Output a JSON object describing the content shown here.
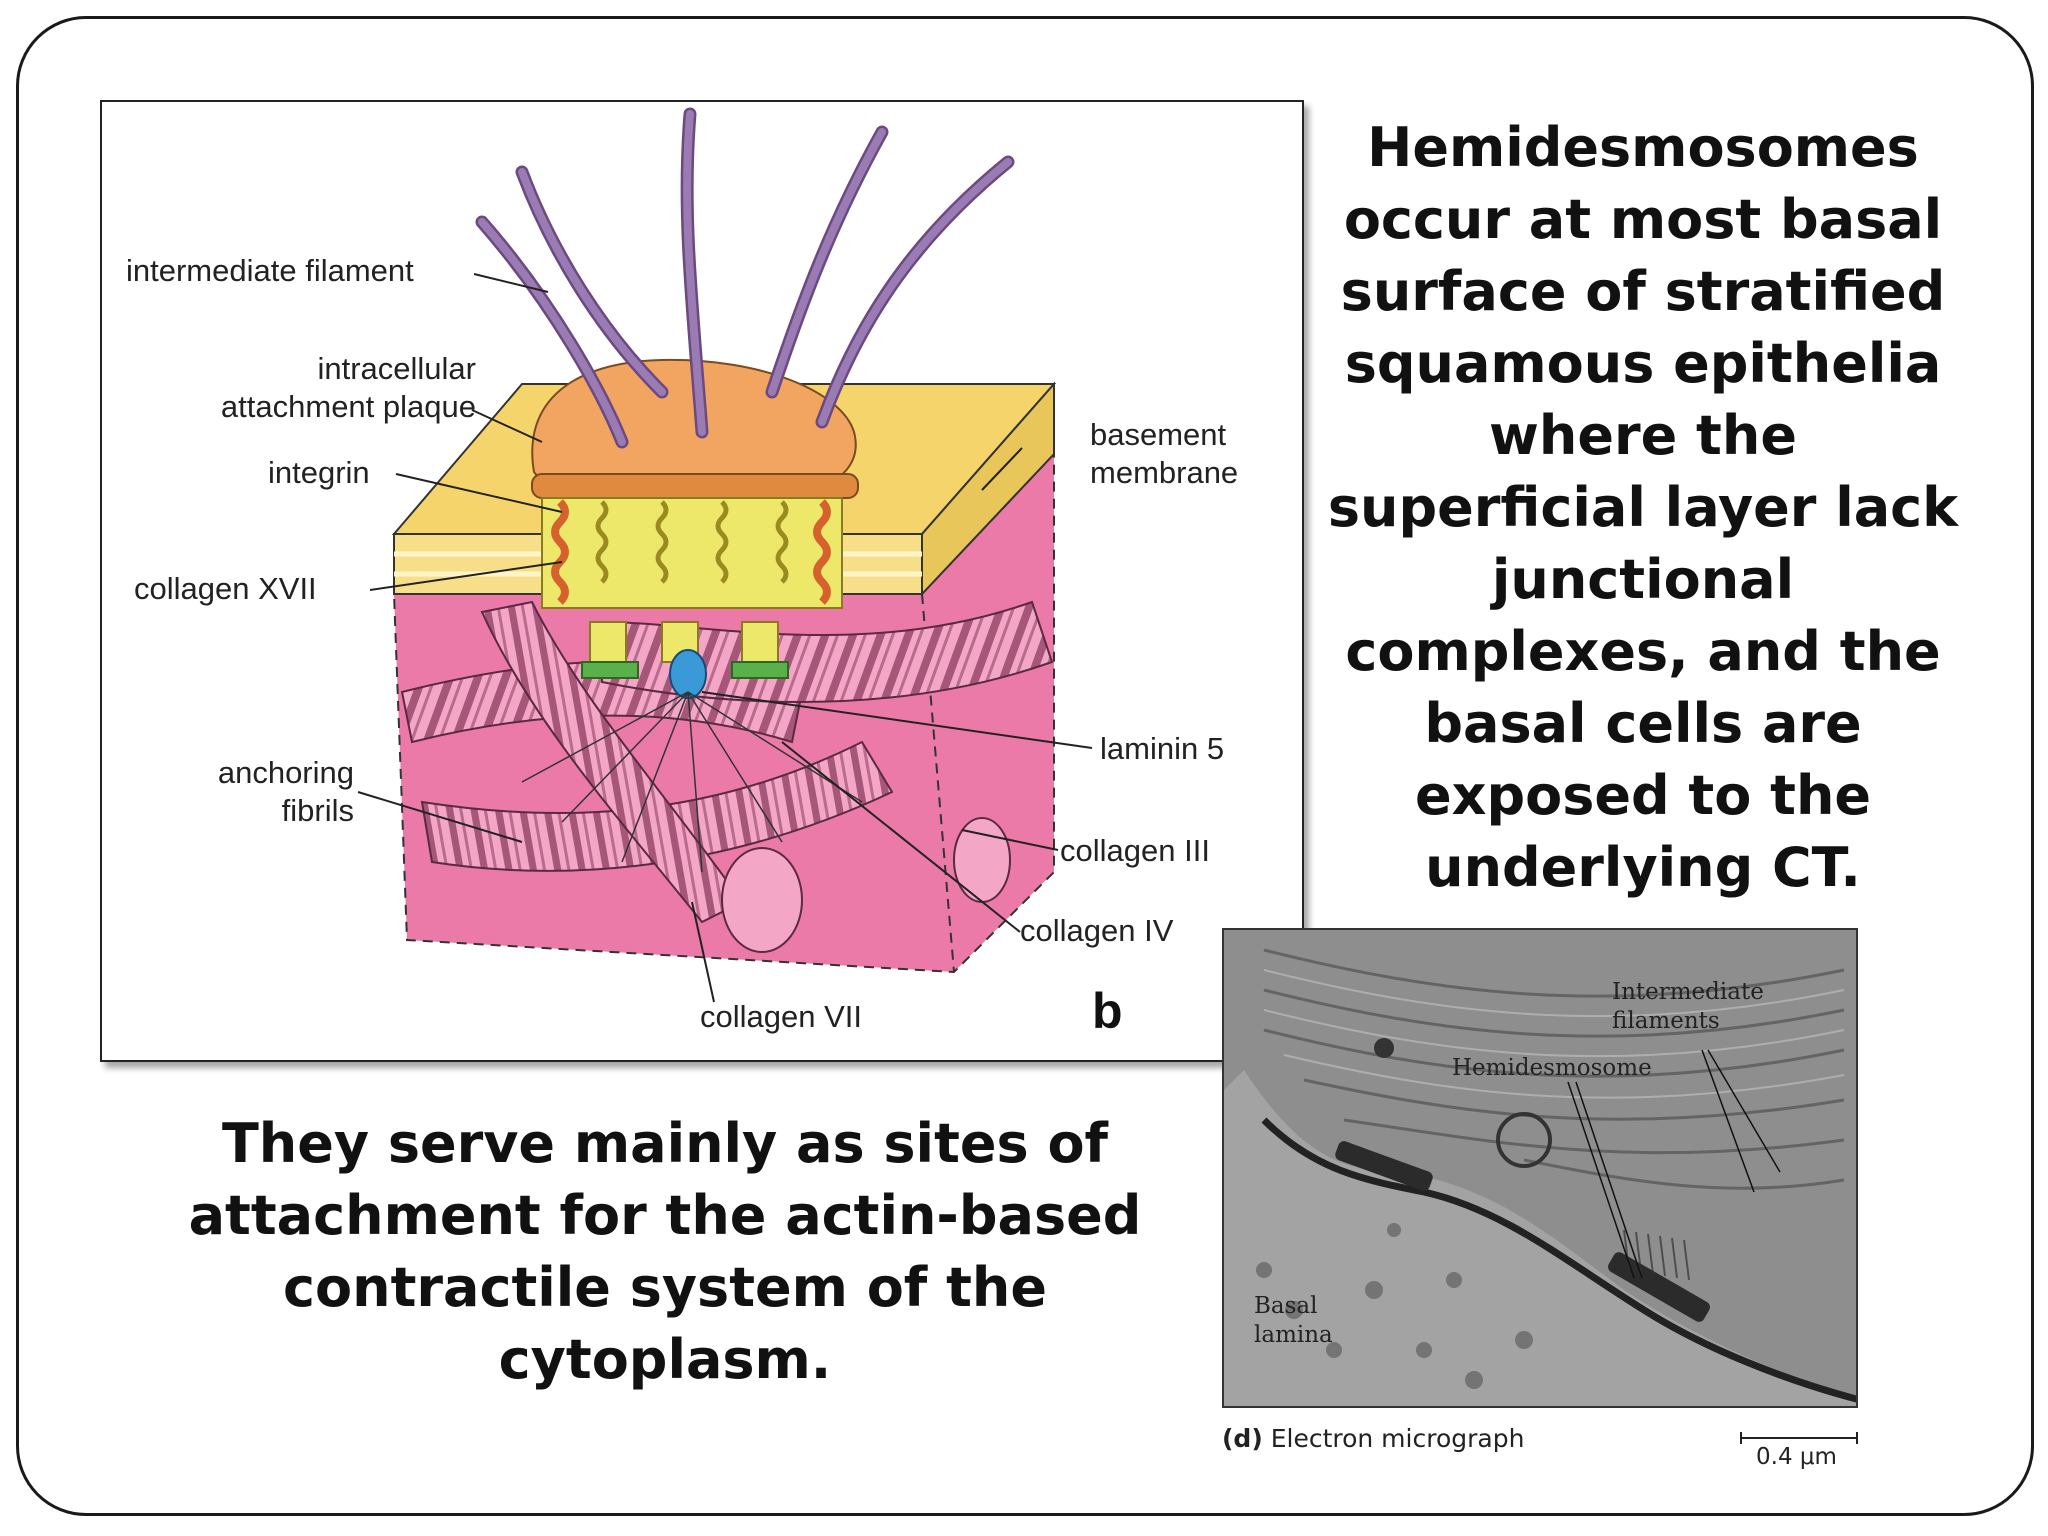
{
  "diagram": {
    "labels": {
      "intermediate_filament": "intermediate filament",
      "attachment_plaque_line1": "intracellular",
      "attachment_plaque_line2": "attachment plaque",
      "integrin": "integrin",
      "collagen_xvii": "collagen XVII",
      "anchoring_fibrils_line1": "anchoring",
      "anchoring_fibrils_line2": "fibrils",
      "basement_membrane_line1": "basement",
      "basement_membrane_line2": "membrane",
      "laminin_5": "laminin 5",
      "collagen_iii": "collagen III",
      "collagen_iv": "collagen IV",
      "collagen_vii": "collagen VII"
    },
    "panel_letter": "b",
    "colors": {
      "filament": "#9b7bb3",
      "plaque": "#f2a560",
      "membrane_top": "#f5d56b",
      "connective_tissue": "#ec7aa8",
      "collagen_fiber": "#f4a6c6",
      "collagen_stripe": "#8b3a5e",
      "integrin_yellow": "#eee86a",
      "collagen_xvii": "#d5622c",
      "laminin_green": "#5ab04a",
      "laminin_blue": "#3a9ad8"
    }
  },
  "side_text": [
    "Hemidesmosomes",
    "occur at most basal",
    "surface of stratified",
    "squamous epithelia",
    "where the",
    "superficial layer lack",
    "junctional",
    "complexes, and the",
    "basal cells are",
    "exposed to the",
    "underlying CT."
  ],
  "bottom_text": [
    "They serve mainly as sites of",
    "attachment for the actin-based",
    "contractile system of  the",
    "cytoplasm."
  ],
  "micrograph": {
    "labels": {
      "intermediate_line1": "Intermediate",
      "intermediate_line2": "filaments",
      "hemidesmosome": "Hemidesmosome",
      "basal_line1": "Basal",
      "basal_line2": "lamina"
    },
    "caption_letter": "(d)",
    "caption_text": " Electron micrograph",
    "scale": "0.4 μm"
  }
}
